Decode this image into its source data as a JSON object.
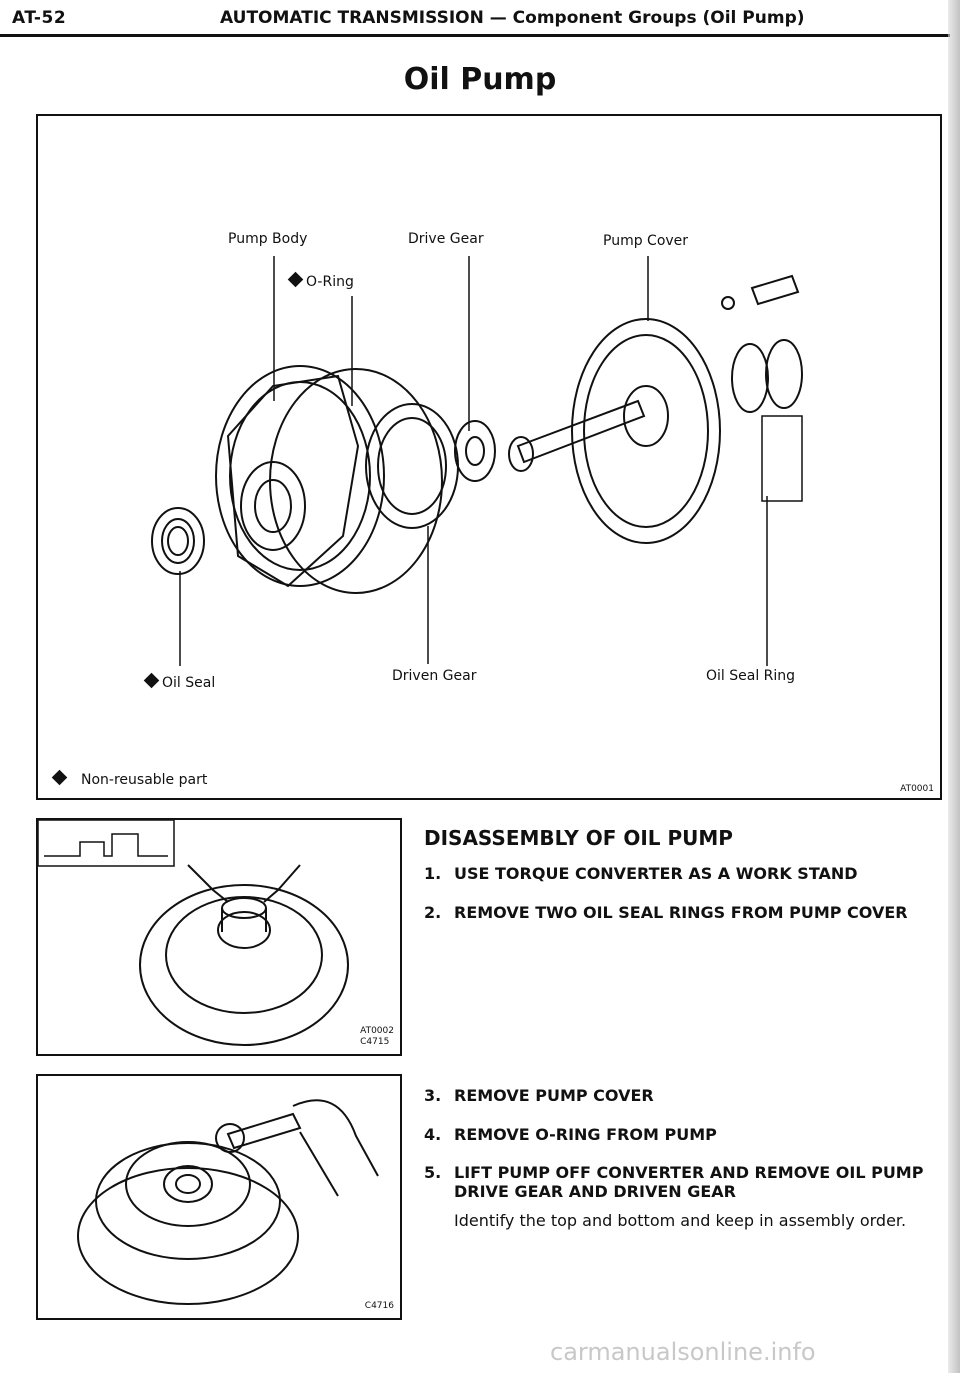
{
  "header": {
    "page_number": "AT-52",
    "running_title": "AUTOMATIC TRANSMISSION — Component Groups (Oil Pump)"
  },
  "title": "Oil Pump",
  "figure_main": {
    "labels": {
      "pump_body": "Pump Body",
      "o_ring": "O-Ring",
      "drive_gear": "Drive Gear",
      "pump_cover": "Pump Cover",
      "oil_seal": "Oil Seal",
      "driven_gear": "Driven Gear",
      "oil_seal_ring": "Oil Seal Ring"
    },
    "legend": "Non-reusable part",
    "code": "AT0001"
  },
  "figure_2": {
    "code_a": "AT0002",
    "code_b": "C4715"
  },
  "figure_3": {
    "code": "C4716"
  },
  "section": {
    "title": "DISASSEMBLY OF OIL PUMP",
    "steps": [
      {
        "num": "1.",
        "text": "USE TORQUE CONVERTER AS A WORK STAND"
      },
      {
        "num": "2.",
        "text": "REMOVE TWO OIL SEAL RINGS FROM PUMP COVER"
      },
      {
        "num": "3.",
        "text": "REMOVE PUMP COVER"
      },
      {
        "num": "4.",
        "text": "REMOVE O-RING FROM PUMP"
      },
      {
        "num": "5.",
        "text": "LIFT PUMP OFF CONVERTER AND REMOVE OIL PUMP DRIVE GEAR AND DRIVEN GEAR"
      }
    ],
    "step5_note": "Identify the top and bottom and keep in assembly order."
  },
  "watermark": "carmanualsonline.info"
}
